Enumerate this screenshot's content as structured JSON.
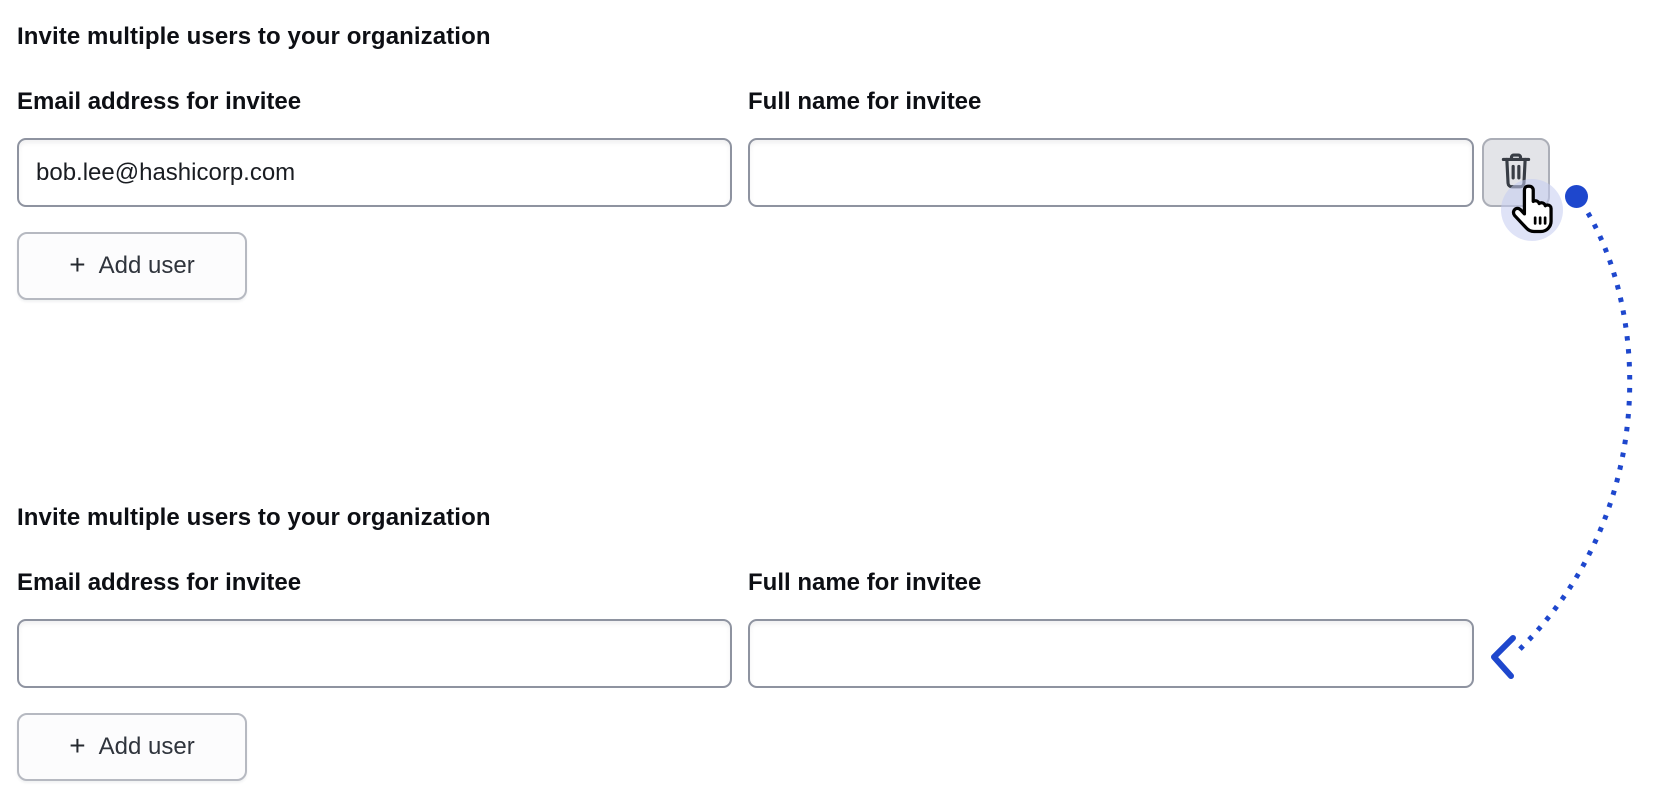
{
  "colors": {
    "accent_blue": "#1e47cd",
    "input_border": "#8e93a0",
    "text_primary": "#0d0f14"
  },
  "sections": [
    {
      "heading": "Invite multiple users to your organization",
      "email": {
        "label": "Email address for invitee",
        "value": "bob.lee@hashicorp.com"
      },
      "full_name": {
        "label": "Full name for invitee",
        "value": ""
      },
      "add_user_button": {
        "icon": "plus-icon",
        "glyph": "+",
        "label": "Add user"
      },
      "delete_button": {
        "icon": "trash-icon",
        "state": "hovered"
      }
    },
    {
      "heading": "Invite multiple users to your organization",
      "email": {
        "label": "Email address for invitee",
        "value": ""
      },
      "full_name": {
        "label": "Full name for invitee",
        "value": ""
      },
      "add_user_button": {
        "icon": "plus-icon",
        "glyph": "+",
        "label": "Add user"
      }
    }
  ],
  "annotation": {
    "cursor_icon": "pointer-hand-icon",
    "indicator": "click-indicator-dot",
    "arrow": "flow-arrow-from-delete-to-empty-form"
  }
}
